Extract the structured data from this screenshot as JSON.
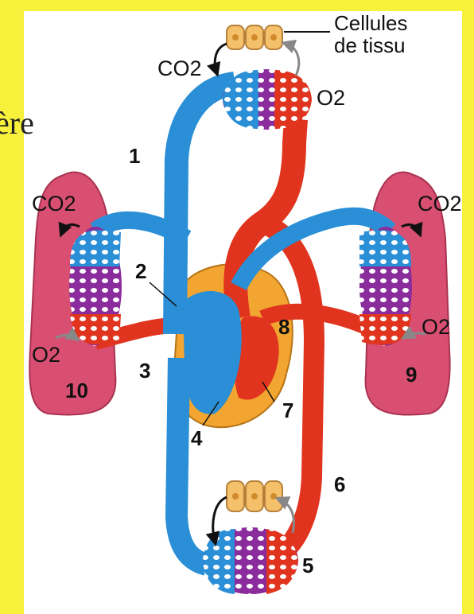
{
  "labels": {
    "cellules_line1": "Cellules",
    "cellules_line2": "de tissu",
    "co2_top": "CO2",
    "o2_top": "O2",
    "co2_left": "CO2",
    "o2_left": "O2",
    "co2_right": "CO2",
    "o2_right": "O2",
    "n1": "1",
    "n2": "2",
    "n3": "3",
    "n4": "4",
    "n5": "5",
    "n6": "6",
    "n7": "7",
    "n8": "8",
    "n9": "9",
    "n10": "10",
    "edge_fragment": "ère"
  },
  "colors": {
    "yellow_band": "#f7f13c",
    "venous_blue": "#2a8fd6",
    "arterial_red": "#e0341e",
    "capillary_purple": "#8a2c9c",
    "lung_pink": "#d84f72",
    "heart_orange": "#f2a530",
    "tissue_cells": "#f5c06a"
  }
}
